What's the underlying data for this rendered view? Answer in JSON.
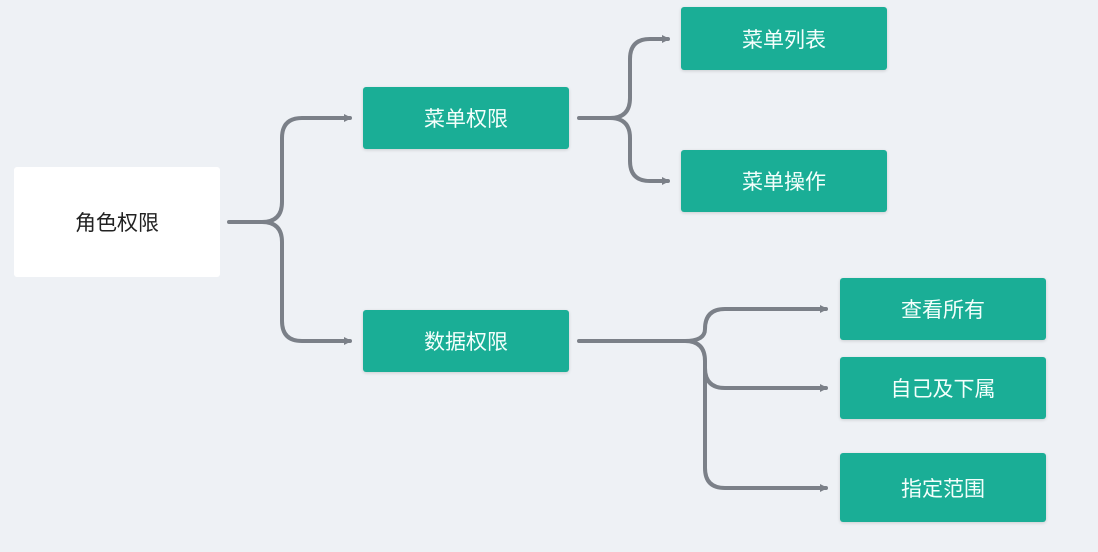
{
  "colors": {
    "background": "#eef1f5",
    "node": "#1aae96",
    "root": "#ffffff",
    "connector": "#7b8088"
  },
  "root": {
    "label": "角色权限"
  },
  "branches": [
    {
      "label": "菜单权限",
      "children": [
        {
          "label": "菜单列表"
        },
        {
          "label": "菜单操作"
        }
      ]
    },
    {
      "label": "数据权限",
      "children": [
        {
          "label": "查看所有"
        },
        {
          "label": "自己及下属"
        },
        {
          "label": "指定范围"
        }
      ]
    }
  ]
}
